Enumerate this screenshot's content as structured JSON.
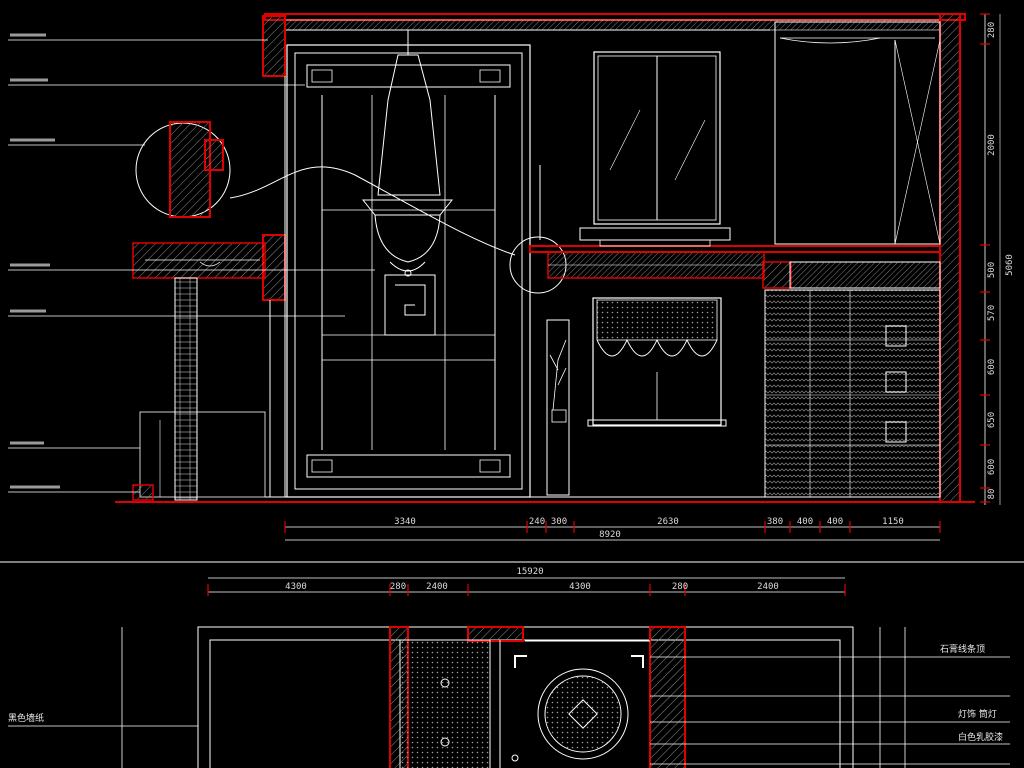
{
  "colors": {
    "background": "#000000",
    "line": "#ffffff",
    "wall": "#e00000",
    "hatch": "#8a8a8a"
  },
  "elevation": {
    "bottom_dims": [
      "3340",
      "240",
      "300",
      "2630",
      "380",
      "400",
      "400",
      "1150"
    ],
    "total_dim": "8920",
    "right_dims": [
      "280",
      "2000",
      "500",
      "570",
      "600",
      "650",
      "600",
      "80"
    ],
    "right_total": "5060"
  },
  "plan": {
    "top_dims": [
      "4300",
      "280",
      "2400",
      "4300",
      "280",
      "2400"
    ],
    "total_dim": "15920",
    "right_labels": [
      "石膏线条顶",
      "灯饰 筒灯",
      "白色乳胶漆"
    ],
    "left_label": "黑色墙纸"
  }
}
